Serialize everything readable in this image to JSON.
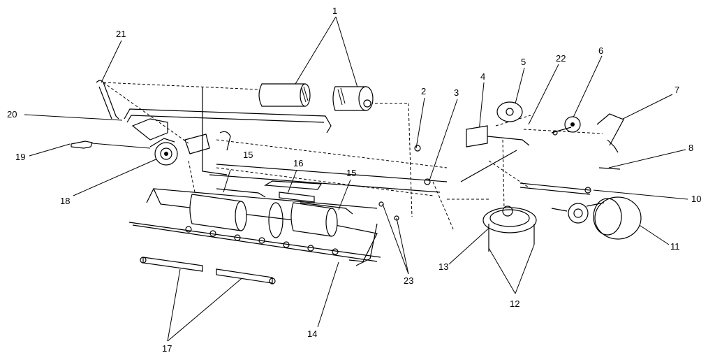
{
  "callouts": [
    {
      "id": "c1",
      "text": "1"
    },
    {
      "id": "c2",
      "text": "2"
    },
    {
      "id": "c3",
      "text": "3"
    },
    {
      "id": "c4",
      "text": "4"
    },
    {
      "id": "c5",
      "text": "5"
    },
    {
      "id": "c6",
      "text": "6"
    },
    {
      "id": "c7",
      "text": "7"
    },
    {
      "id": "c8",
      "text": "8"
    },
    {
      "id": "c10",
      "text": "10"
    },
    {
      "id": "c11",
      "text": "11"
    },
    {
      "id": "c12",
      "text": "12"
    },
    {
      "id": "c13",
      "text": "13"
    },
    {
      "id": "c14",
      "text": "14"
    },
    {
      "id": "c15a",
      "text": "15"
    },
    {
      "id": "c15b",
      "text": "15"
    },
    {
      "id": "c16",
      "text": "16"
    },
    {
      "id": "c17",
      "text": "17"
    },
    {
      "id": "c18",
      "text": "18"
    },
    {
      "id": "c19",
      "text": "19"
    },
    {
      "id": "c20",
      "text": "20"
    },
    {
      "id": "c21",
      "text": "21"
    },
    {
      "id": "c22",
      "text": "22"
    },
    {
      "id": "c23",
      "text": "23"
    }
  ]
}
